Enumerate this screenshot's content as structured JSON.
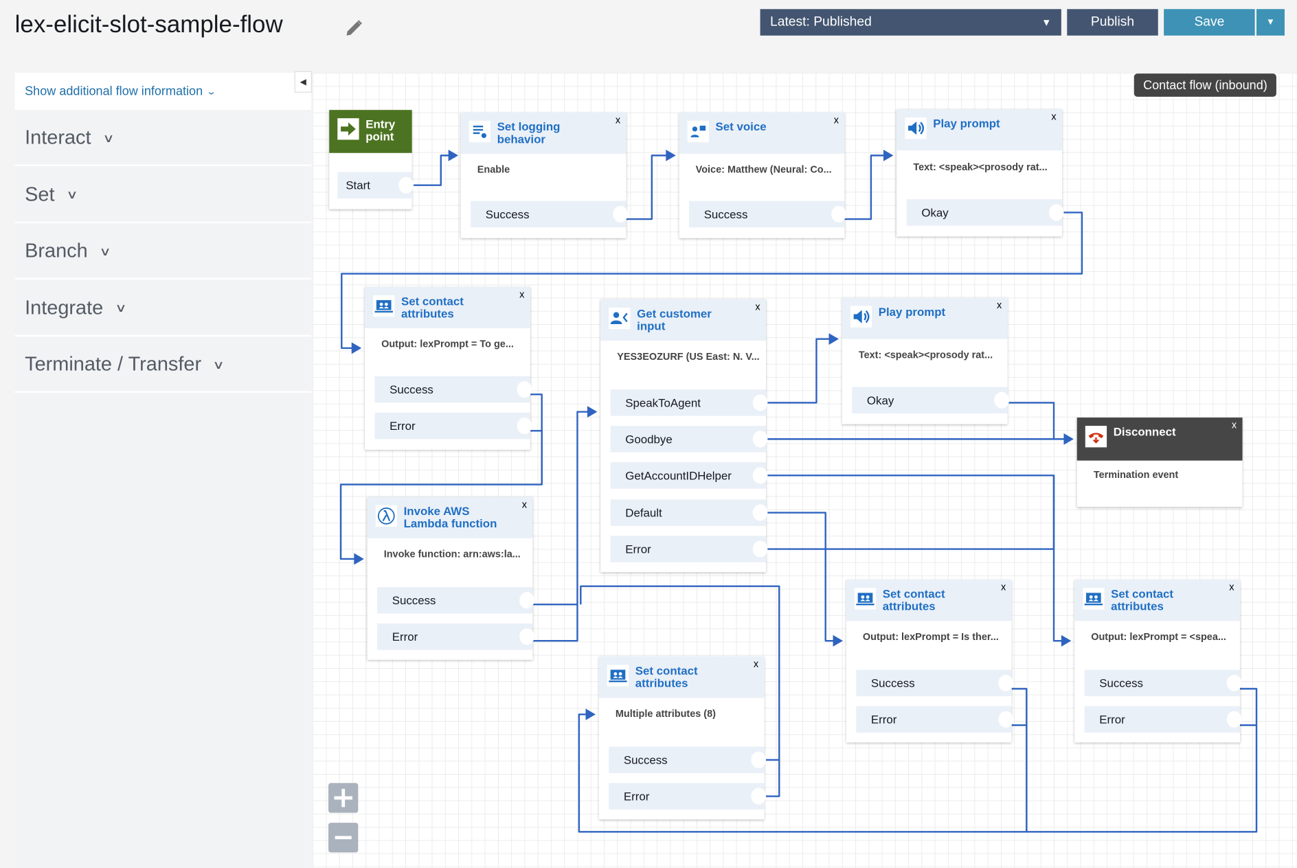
{
  "header": {
    "title": "lex-elicit-slot-sample-flow",
    "version_select": "Latest: Published",
    "publish_label": "Publish",
    "save_label": "Save"
  },
  "sidebar": {
    "show_info_label": "Show additional flow information",
    "categories": [
      "Interact",
      "Set",
      "Branch",
      "Integrate",
      "Terminate / Transfer"
    ]
  },
  "canvas": {
    "flow_type": "Contact flow (inbound)",
    "close_glyph": "x"
  },
  "colors": {
    "accent": "#1f6fc4",
    "wire": "#2f63c0",
    "entry": "#4c7321",
    "disconnect": "#464646",
    "save": "#3d92b5"
  },
  "nodes": [
    {
      "id": "entry",
      "title": "Entry point",
      "icon": "entry-arrow-icon",
      "desc": "",
      "branches": [
        "Start"
      ]
    },
    {
      "id": "logging",
      "title": "Set logging behavior",
      "icon": "logging-icon",
      "desc": "Enable",
      "branches": [
        "Success"
      ]
    },
    {
      "id": "voice",
      "title": "Set voice",
      "icon": "voice-icon",
      "desc": "Voice: Matthew (Neural: Co...",
      "branches": [
        "Success"
      ]
    },
    {
      "id": "prompt1",
      "title": "Play prompt",
      "icon": "speaker-icon",
      "desc": "Text: <speak><prosody rat...",
      "branches": [
        "Okay"
      ]
    },
    {
      "id": "sca1",
      "title": "Set contact attributes",
      "icon": "contact-attributes-icon",
      "desc": "Output: lexPrompt = To ge...",
      "branches": [
        "Success",
        "Error"
      ]
    },
    {
      "id": "input",
      "title": "Get customer input",
      "icon": "customer-input-icon",
      "desc": "YES3EOZURF (US East: N. V...",
      "branches": [
        "SpeakToAgent",
        "Goodbye",
        "GetAccountIDHelper",
        "Default",
        "Error"
      ]
    },
    {
      "id": "prompt2",
      "title": "Play prompt",
      "icon": "speaker-icon",
      "desc": "Text: <speak><prosody rat...",
      "branches": [
        "Okay"
      ]
    },
    {
      "id": "disconnect",
      "title": "Disconnect",
      "icon": "hang-up-icon",
      "desc": "Termination event",
      "branches": []
    },
    {
      "id": "lambda",
      "title": "Invoke AWS Lambda function",
      "icon": "lambda-icon",
      "desc": "Invoke function: arn:aws:la...",
      "branches": [
        "Success",
        "Error"
      ]
    },
    {
      "id": "sca2",
      "title": "Set contact attributes",
      "icon": "contact-attributes-icon",
      "desc": "Multiple attributes (8)",
      "branches": [
        "Success",
        "Error"
      ]
    },
    {
      "id": "sca3",
      "title": "Set contact attributes",
      "icon": "contact-attributes-icon",
      "desc": "Output: lexPrompt = Is ther...",
      "branches": [
        "Success",
        "Error"
      ]
    },
    {
      "id": "sca4",
      "title": "Set contact attributes",
      "icon": "contact-attributes-icon",
      "desc": "Output: lexPrompt = <spea...",
      "branches": [
        "Success",
        "Error"
      ]
    }
  ]
}
